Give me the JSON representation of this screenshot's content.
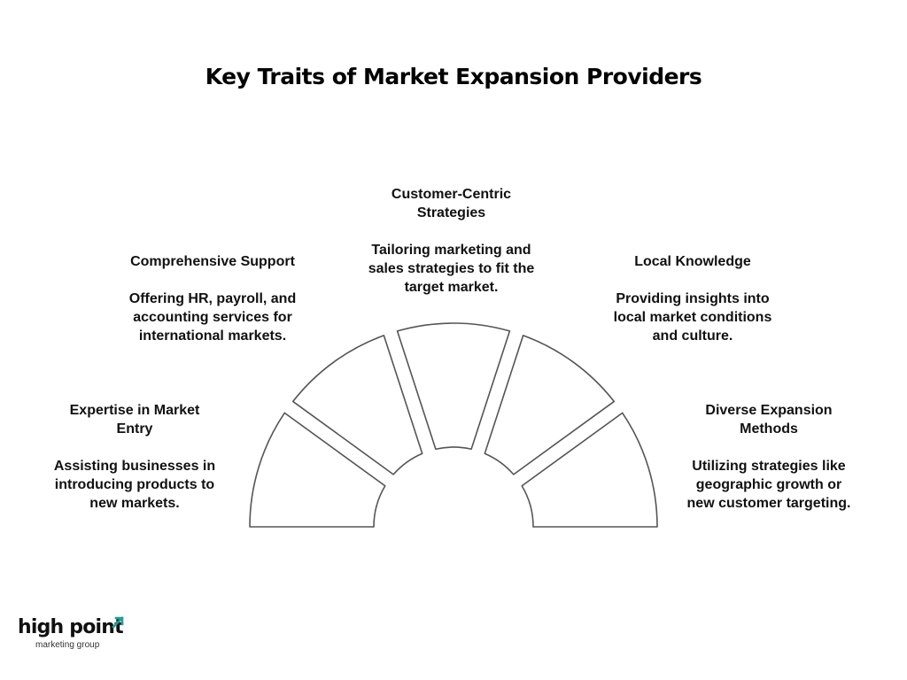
{
  "title": "Key Traits of Market Expansion Providers",
  "traits": [
    {
      "heading": "Expertise in Market Entry",
      "description": "Assisting businesses in introducing products to new markets."
    },
    {
      "heading": "Comprehensive Support",
      "description": "Offering HR, payroll, and accounting services for international markets."
    },
    {
      "heading": "Customer-Centric Strategies",
      "description": "Tailoring marketing and sales strategies to fit the target market."
    },
    {
      "heading": "Local Knowledge",
      "description": "Providing insights into local market conditions and culture."
    },
    {
      "heading": "Diverse Expansion Methods",
      "description": "Utilizing strategies like geographic growth or new customer targeting."
    }
  ],
  "logo": {
    "name": "high point",
    "tagline": "marketing group",
    "accent_color": "#1aa39a"
  }
}
